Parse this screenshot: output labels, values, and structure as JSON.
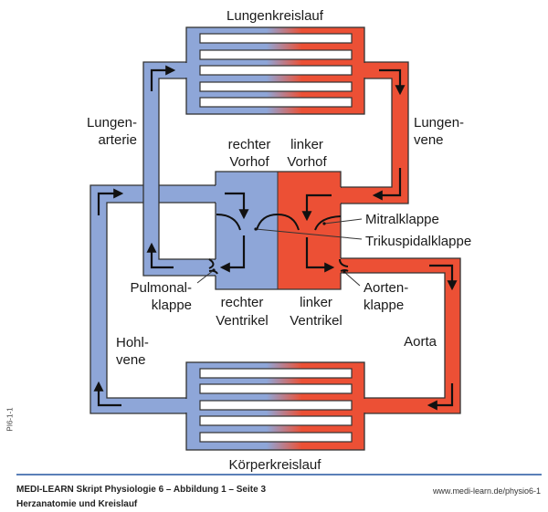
{
  "title_top": "Lungenkreislauf",
  "title_bottom": "Körperkreislauf",
  "colors": {
    "deoxygenated": "#8ea6d8",
    "oxygenated": "#ec5035",
    "outline": "#333333",
    "arrow": "#111111"
  },
  "labels": {
    "pulmonary_artery": [
      "Lungen-",
      "arterie"
    ],
    "pulmonary_vein": [
      "Lungen-",
      "vene"
    ],
    "right_atrium": [
      "rechter",
      "Vorhof"
    ],
    "left_atrium": [
      "linker",
      "Vorhof"
    ],
    "mitral_valve": "Mitralklappe",
    "tricuspid_valve": "Trikuspidalklappe",
    "pulmonary_valve": [
      "Pulmonal-",
      "klappe"
    ],
    "aortic_valve": [
      "Aorten-",
      "klappe"
    ],
    "right_ventricle": [
      "rechter",
      "Ventrikel"
    ],
    "left_ventricle": [
      "linker",
      "Ventrikel"
    ],
    "vena_cava": [
      "Hohl-",
      "vene"
    ],
    "aorta": "Aorta"
  },
  "footer": {
    "line1": "MEDI-LEARN Skript Physiologie 6 – Abbildung 1 – Seite 3",
    "line2": "Herzanatomie und Kreislauf",
    "url": "www.medi-learn.de/physio6-1",
    "code": "PI6-1-1"
  }
}
